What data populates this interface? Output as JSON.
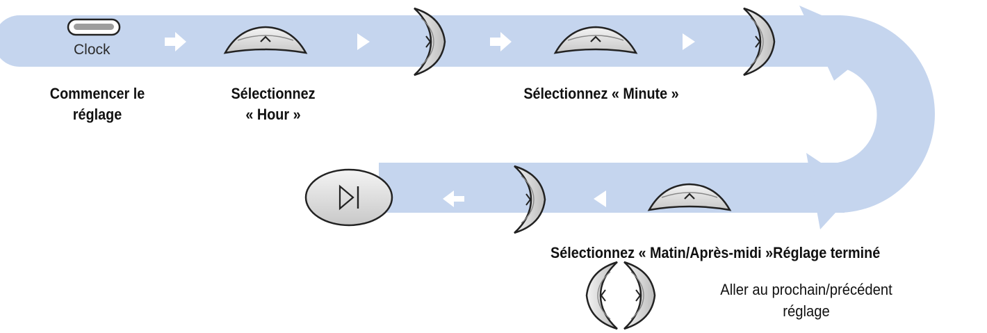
{
  "button_label": "Clock",
  "steps": {
    "start": [
      "Commencer le",
      "réglage"
    ],
    "hour": [
      "Sélectionnez",
      "« Hour »"
    ],
    "minute": "Sélectionnez « Minute »",
    "ampm": "Sélectionnez « Matin/Après-midi »",
    "done": "Réglage terminé"
  },
  "legend": {
    "text": [
      "Aller au prochain/précédent",
      "réglage"
    ]
  },
  "colors": {
    "flow": "#c5d5ee",
    "arrow": "#ffffff",
    "button_fill": "#dcdcdc",
    "button_stroke": "#333333"
  },
  "icons": [
    "clock-button-icon",
    "up-button-icon",
    "play-pause-button-icon",
    "right-button-icon",
    "left-button-icon",
    "arrow-right-icon",
    "arrow-left-icon",
    "triangle-right-icon",
    "triangle-left-icon"
  ]
}
